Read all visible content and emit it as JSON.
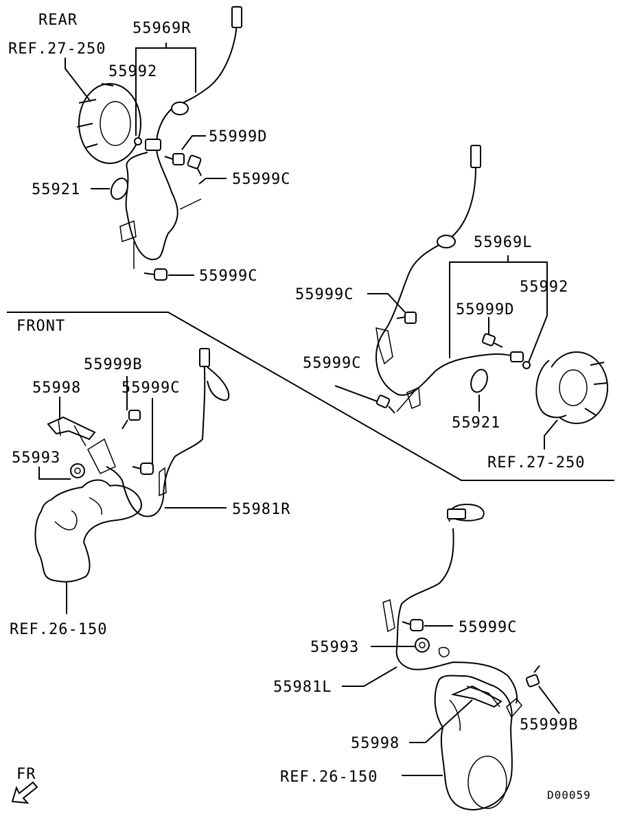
{
  "sections": {
    "rear": "REAR",
    "front": "FRONT"
  },
  "labels": {
    "rear_ref_hub": "REF.27-250",
    "rear_harness_r": "55969R",
    "rear_clip_92": "55992",
    "rear_bolt_d": "55999D",
    "rear_bolt_c_upper": "55999C",
    "rear_grommet": "55921",
    "rear_bolt_c_lower": "55999C",
    "rr_harness_l": "55969L",
    "rr_bolt_c_a": "55999C",
    "rr_clip_92": "55992",
    "rr_bolt_d": "55999D",
    "rr_bolt_c_b": "55999C",
    "rr_grommet": "55921",
    "rr_ref_hub": "REF.27-250",
    "front_bolt_b": "55999B",
    "front_bracket": "55998",
    "front_bolt_c": "55999C",
    "front_nut": "55993",
    "front_sensor_r": "55981R",
    "front_ref_knuckle": "REF.26-150",
    "fr_bolt_c": "55999C",
    "fr_nut": "55993",
    "fr_sensor_l": "55981L",
    "fr_bolt_b": "55999B",
    "fr_bracket": "55998",
    "fr_ref_knuckle": "REF.26-150"
  },
  "direction": "FR",
  "figure_code": "D00059"
}
